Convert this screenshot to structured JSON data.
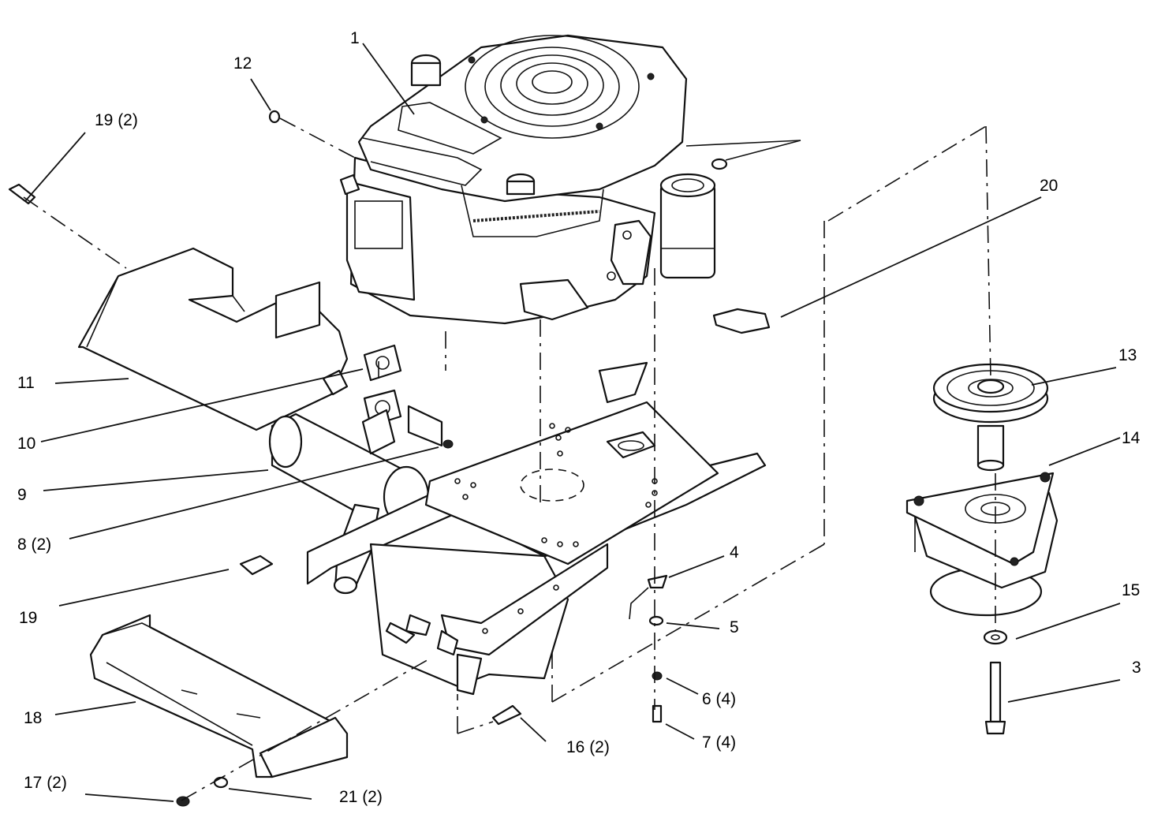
{
  "callouts": {
    "c1": "1",
    "c3": "3",
    "c4": "4",
    "c5": "5",
    "c6": "6 (4)",
    "c7": "7 (4)",
    "c8": "8 (2)",
    "c9": "9",
    "c10": "10",
    "c11": "11",
    "c12": "12",
    "c13": "13",
    "c14": "14",
    "c15": "15",
    "c16": "16 (2)",
    "c17": "17 (2)",
    "c18": "18",
    "c19a": "19 (2)",
    "c19b": "19",
    "c20": "20",
    "c21": "21 (2)"
  }
}
